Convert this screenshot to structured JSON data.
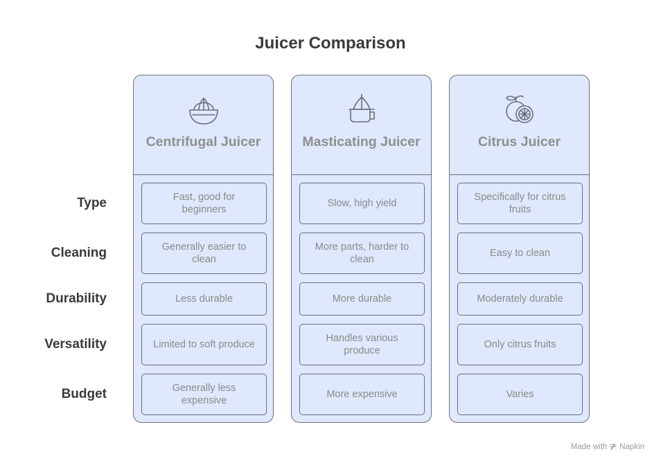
{
  "title": "Juicer Comparison",
  "rows": [
    "Type",
    "Cleaning",
    "Durability",
    "Versatility",
    "Budget"
  ],
  "columns": [
    {
      "name": "Centrifugal Juicer",
      "icon": "citrus-reamer-icon",
      "cells": [
        "Fast, good for beginners",
        "Generally easier to clean",
        "Less durable",
        "Limited to soft produce",
        "Generally less expensive"
      ]
    },
    {
      "name": "Masticating Juicer",
      "icon": "juicer-press-icon",
      "cells": [
        "Slow, high yield",
        "More parts, harder to clean",
        "More durable",
        "Handles various produce",
        "More expensive"
      ]
    },
    {
      "name": "Citrus Juicer",
      "icon": "orange-slice-icon",
      "cells": [
        "Specifically for citrus fruits",
        "Easy to clean",
        "Moderately durable",
        "Only citrus fruits",
        "Varies"
      ]
    }
  ],
  "footer": {
    "prefix": "Made with",
    "brand": "Napkin",
    "icon": "napkin-logo-icon"
  },
  "colors": {
    "panel": "#dfe8fc",
    "border": "#6b6f7a",
    "title": "#3a3a3a",
    "muted": "#8f8f8f"
  }
}
